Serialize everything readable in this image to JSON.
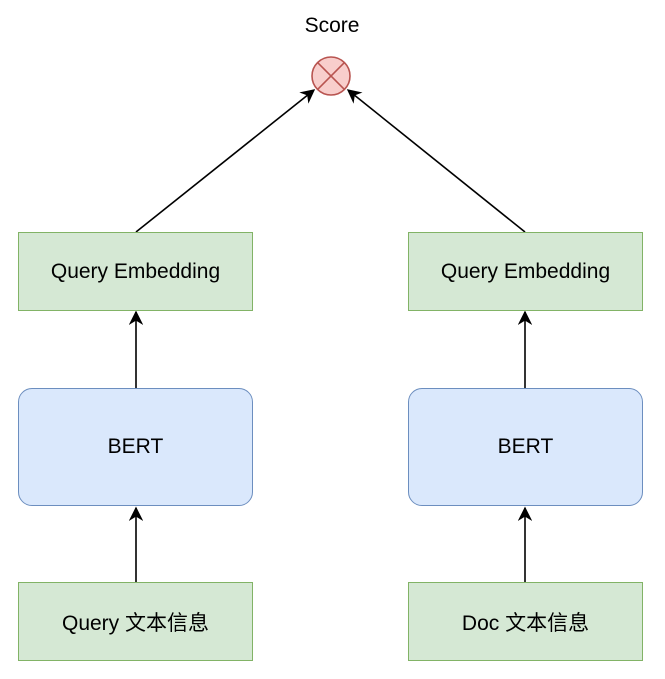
{
  "score": {
    "label": "Score"
  },
  "left": {
    "embedding": "Query Embedding",
    "encoder": "BERT",
    "input": "Query 文本信息"
  },
  "right": {
    "embedding": "Query Embedding",
    "encoder": "BERT",
    "input": "Doc 文本信息"
  },
  "colors": {
    "green_fill": "#d5e8d4",
    "green_stroke": "#82b366",
    "blue_fill": "#dae8fc",
    "blue_stroke": "#6c8ebf",
    "score_fill": "#f8cecc",
    "score_stroke": "#b85450"
  }
}
